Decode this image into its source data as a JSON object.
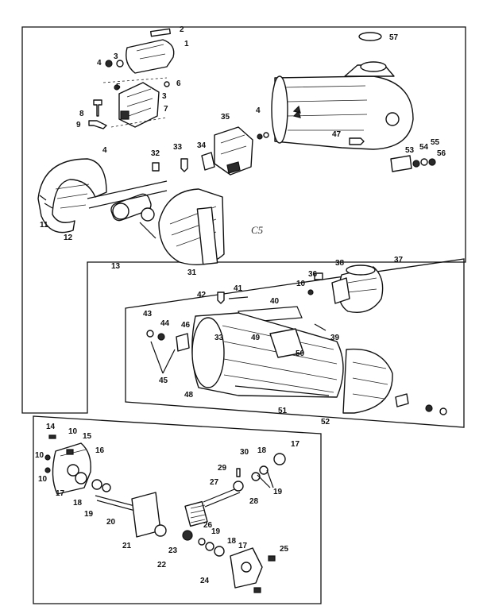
{
  "callouts": [
    "1",
    "2",
    "3",
    "4",
    "5",
    "6",
    "7",
    "8",
    "9",
    "11",
    "12",
    "13",
    "31",
    "32",
    "33",
    "34",
    "35",
    "47",
    "53",
    "54",
    "55",
    "56",
    "57",
    "4",
    "3",
    "4",
    "10",
    "36",
    "37",
    "38",
    "39",
    "40",
    "41",
    "42",
    "43",
    "44",
    "45",
    "46",
    "48",
    "49",
    "50",
    "51",
    "52",
    "33",
    "14",
    "10",
    "15",
    "16",
    "10",
    "10",
    "17",
    "18",
    "19",
    "20",
    "21",
    "22",
    "23",
    "24",
    "25",
    "26",
    "17",
    "18",
    "19",
    "27",
    "28",
    "29",
    "30",
    "19",
    "18",
    "17"
  ],
  "handwritten_mark": "C5"
}
